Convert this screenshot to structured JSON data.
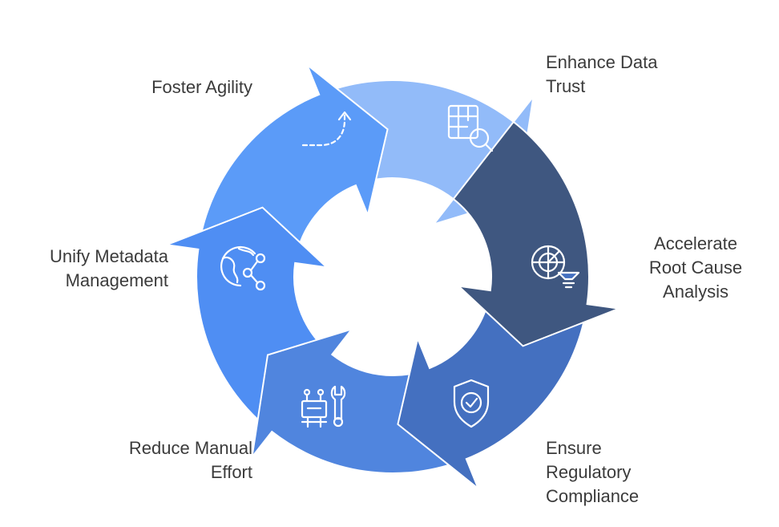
{
  "diagram": {
    "steps": [
      {
        "id": "enhance-data-trust",
        "label_lines": [
          "Enhance Data",
          "Trust"
        ],
        "icon": "table-search-icon",
        "color": "#3f5780"
      },
      {
        "id": "accelerate-root-cause",
        "label_lines": [
          "Accelerate",
          "Root Cause",
          "Analysis"
        ],
        "icon": "radar-funnel-icon",
        "color": "#4470c0"
      },
      {
        "id": "ensure-compliance",
        "label_lines": [
          "Ensure",
          "Regulatory",
          "Compliance"
        ],
        "icon": "shield-check-icon",
        "color": "#5085de"
      },
      {
        "id": "reduce-manual-effort",
        "label_lines": [
          "Reduce Manual",
          "Effort"
        ],
        "icon": "robot-wrench-icon",
        "color": "#4f8ef3"
      },
      {
        "id": "unify-metadata",
        "label_lines": [
          "Unify Metadata",
          "Management"
        ],
        "icon": "globe-share-icon",
        "color": "#5b9bf8"
      },
      {
        "id": "foster-agility",
        "label_lines": [
          "Foster Agility"
        ],
        "icon": "dashed-arrow-up-icon",
        "color": "#92bbf9"
      }
    ]
  }
}
